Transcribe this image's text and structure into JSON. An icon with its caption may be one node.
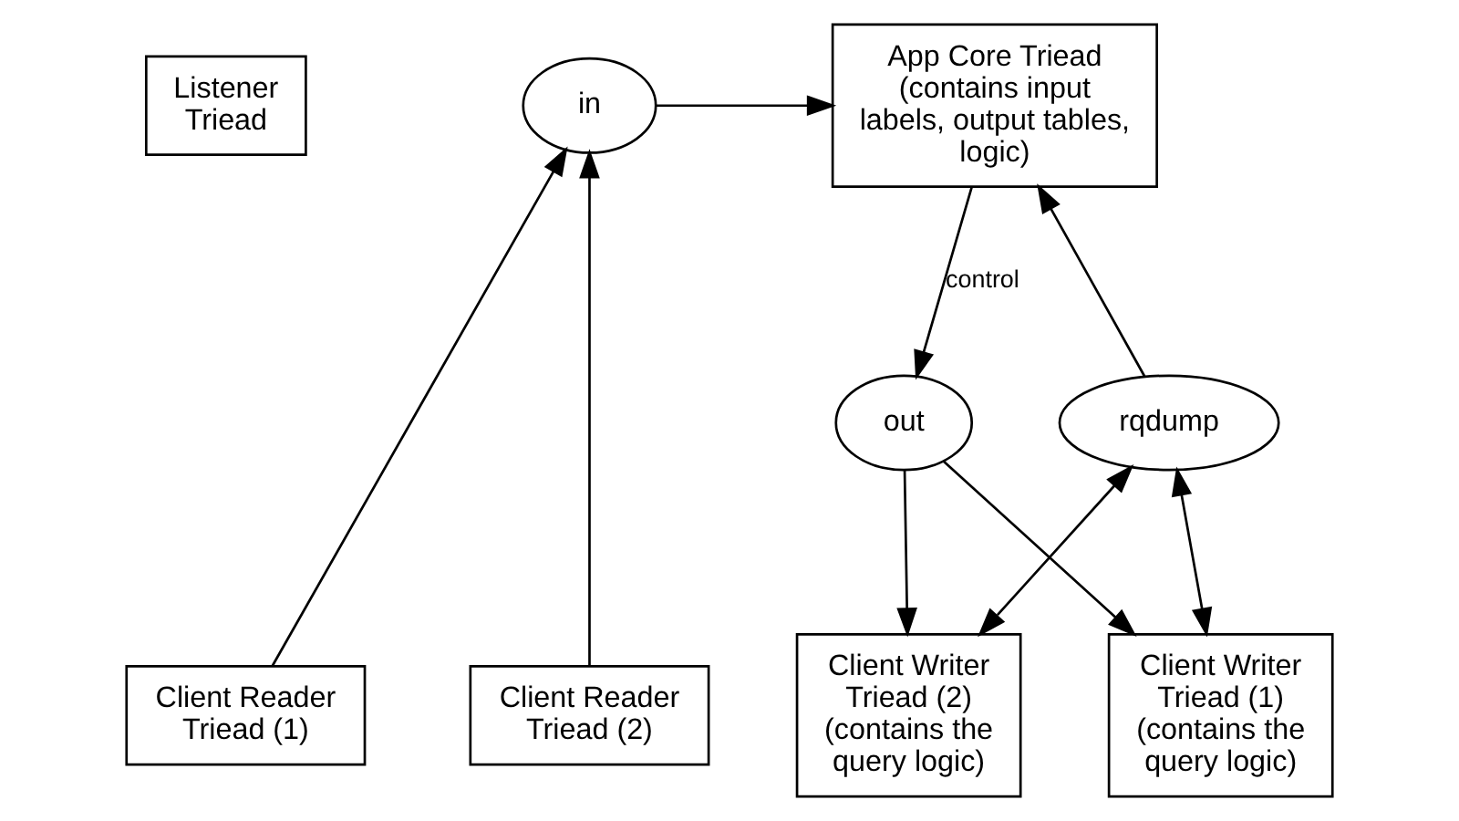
{
  "diagram": {
    "nodes": [
      {
        "text": [
          "in"
        ]
      },
      {
        "text": [
          "out"
        ]
      },
      {
        "text": [
          "rqdump"
        ]
      },
      {
        "text": [
          "App Core Triead (contains input labels, output tables, logic)"
        ]
      },
      {
        "text": [
          "Listener Triead"
        ]
      },
      {
        "text": [
          "Client Reader Triead (1)"
        ]
      },
      {
        "text": [
          "Client Writer Triead (1) (contains the query logic)"
        ]
      },
      {
        "text": [
          "Client Reader Triead (2)"
        ]
      },
      {
        "text": [
          "Client Writer Triead (2) (contains the query logic)"
        ]
      }
    ],
    "edges": [
      {
        "from": 0,
        "to": 3,
        "arrow": "to"
      },
      {
        "from": 3,
        "to": 1,
        "arrow": "to",
        "label": "control"
      },
      {
        "from": 2,
        "to": 3,
        "arrow": "to"
      },
      {
        "from": 5,
        "to": 0,
        "arrow": "to"
      },
      {
        "from": 7,
        "to": 0,
        "arrow": "to"
      },
      {
        "from": 1,
        "to": 6,
        "arrow": "to"
      },
      {
        "from": 1,
        "to": 8,
        "arrow": "to"
      },
      {
        "from": 6,
        "to": 2,
        "arrow": "both"
      },
      {
        "from": 2,
        "to": 8,
        "arrow": "both"
      }
    ]
  }
}
